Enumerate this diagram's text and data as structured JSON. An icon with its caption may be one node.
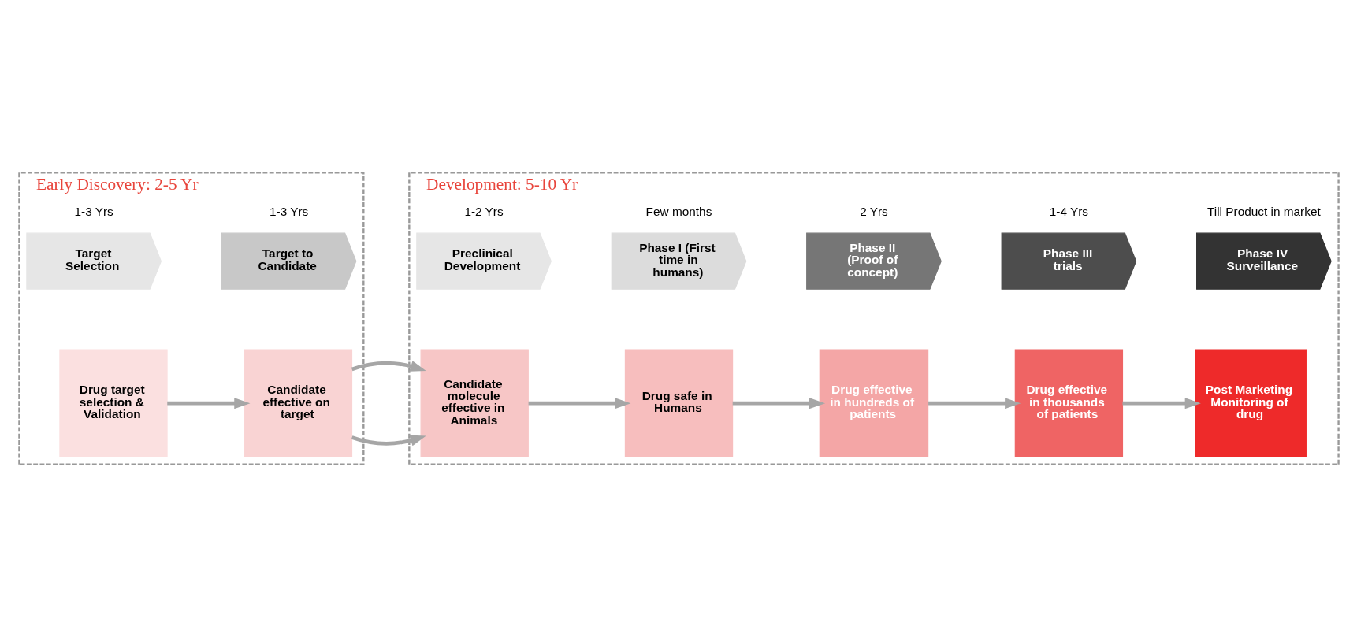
{
  "diagram": {
    "nodes": [
      {
        "text": [
          "Early Discovery: 2-5 Yr"
        ]
      },
      {
        "text": [
          "Target Selection"
        ],
        "in": 0,
        "beside": [
          "1-3 Yrs"
        ]
      },
      {
        "text": [
          "Target to Candidate"
        ],
        "in": 0,
        "beside": [
          "1-3 Yrs"
        ]
      },
      {
        "text": [
          "Drug target selection & Validation"
        ],
        "in": 0
      },
      {
        "text": [
          "Candidate effective on target"
        ],
        "in": 0
      },
      {
        "text": [
          "Development: 5-10 Yr"
        ]
      },
      {
        "text": [
          "Preclinical Development"
        ],
        "in": 5,
        "beside": [
          "1-2 Yrs"
        ]
      },
      {
        "text": [
          "Phase I (First time in humans)"
        ],
        "in": 5,
        "beside": [
          "Few months"
        ]
      },
      {
        "text": [
          "Phase II (Proof of concept)"
        ],
        "in": 5,
        "beside": [
          "2 Yrs"
        ]
      },
      {
        "text": [
          "Phase III trials"
        ],
        "in": 5,
        "beside": [
          "1-4 Yrs"
        ]
      },
      {
        "text": [
          "Phase IV Surveillance"
        ],
        "in": 5,
        "beside": [
          "Till Product in market"
        ]
      },
      {
        "text": [
          "Candidate molecule effective in Animals"
        ],
        "in": 5
      },
      {
        "text": [
          "Drug safe in Humans"
        ],
        "in": 5
      },
      {
        "text": [
          "Drug effective in hundreds of patients"
        ],
        "in": 5
      },
      {
        "text": [
          "Drug effective in thousands of patients"
        ],
        "in": 5
      },
      {
        "text": [
          "Post Marketing Monitoring of drug"
        ],
        "in": 5
      }
    ],
    "edges": [
      {
        "from": 3,
        "to": 4,
        "arrow": "to"
      },
      {
        "from": 4,
        "to": 11,
        "arrow": "to"
      },
      {
        "from": 11,
        "to": 12,
        "arrow": "to"
      },
      {
        "from": 12,
        "to": 13,
        "arrow": "to"
      },
      {
        "from": 13,
        "to": 14,
        "arrow": "to"
      },
      {
        "from": 14,
        "to": 15,
        "arrow": "to"
      }
    ]
  }
}
